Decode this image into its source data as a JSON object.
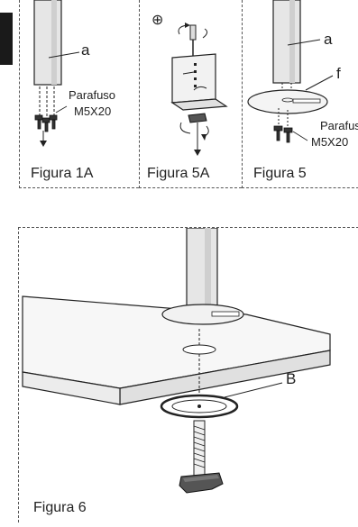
{
  "figures": {
    "fig1a": {
      "caption": "Figura 1A",
      "callout": "a",
      "screw_label_line1": "Parafuso",
      "screw_label_line2": "M5X20"
    },
    "fig5a": {
      "caption": "Figura 5A",
      "symbol": "⊕"
    },
    "fig5": {
      "caption": "Figura 5",
      "callout_pole": "a",
      "callout_plate": "f",
      "screw_label_line1": "Parafuso",
      "screw_label_line2": "M5X20"
    },
    "fig6": {
      "caption": "Figura 6",
      "callout": "B"
    }
  },
  "colors": {
    "line": "#222222",
    "pole_fill": "#e6e6e6",
    "pole_shade": "#bdbdbd",
    "desk_top": "#f7f7f7",
    "desk_edge": "#e0e0e0",
    "dash": "#555555"
  }
}
